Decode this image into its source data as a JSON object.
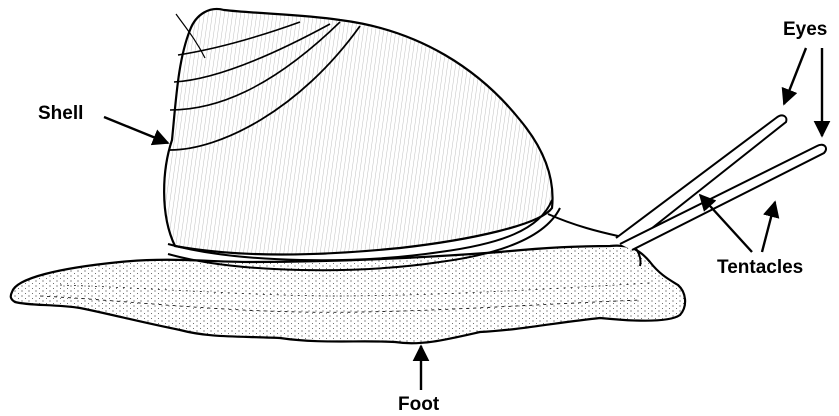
{
  "labels": {
    "shell": "Shell",
    "eyes": "Eyes",
    "tentacles": "Tentacles",
    "foot": "Foot"
  },
  "colors": {
    "ink": "#000000",
    "background": "#ffffff"
  }
}
